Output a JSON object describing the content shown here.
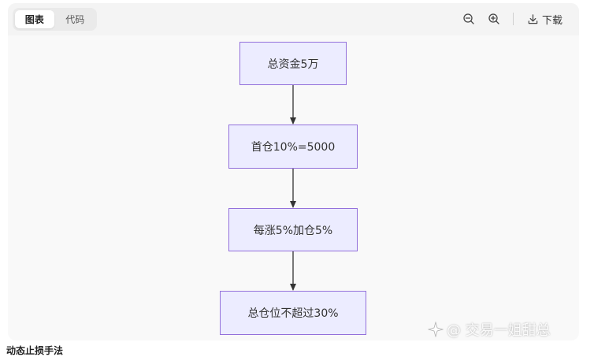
{
  "toolbar": {
    "tabs": [
      {
        "label": "图表",
        "active": true
      },
      {
        "label": "代码",
        "active": false
      }
    ],
    "download_label": "下载",
    "icons": [
      "zoom-out-icon",
      "zoom-in-icon",
      "download-icon"
    ]
  },
  "diagram": {
    "nodes": [
      {
        "id": "n1",
        "label": "总资金5万"
      },
      {
        "id": "n2",
        "label": "首仓10%=5000"
      },
      {
        "id": "n3",
        "label": "每涨5%加仓5%"
      },
      {
        "id": "n4",
        "label": "总仓位不超过30%"
      }
    ],
    "edges": [
      {
        "from": "n1",
        "to": "n2"
      },
      {
        "from": "n2",
        "to": "n3"
      },
      {
        "from": "n3",
        "to": "n4"
      }
    ],
    "colors": {
      "node_fill": "#ececff",
      "node_border": "#9370db",
      "edge": "#333333"
    }
  },
  "watermark": "@ 交易一姐甜总",
  "footer_text": "动态止损手法"
}
